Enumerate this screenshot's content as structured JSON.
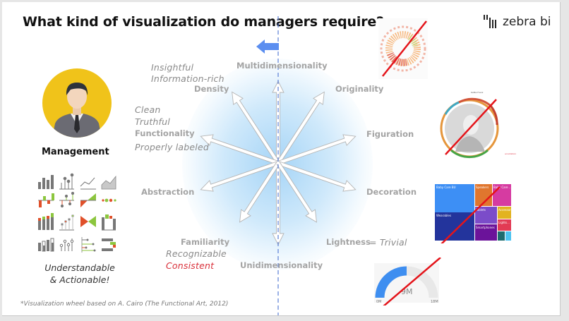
{
  "slide": {
    "title": "What kind of visualization do managers require?",
    "brand": {
      "name": "zebra bi",
      "icon": "zebra-bars-icon"
    },
    "footnote": "*Visualization wheel based on A. Cairo (The Functional Art, 2012)"
  },
  "management": {
    "label": "Management",
    "icon": "businessman-avatar-icon",
    "caption_line1": "Understandable",
    "caption_line2": "& Actionable!",
    "chart_icons": [
      "column-chart-icon",
      "lollipop-chart-icon",
      "line-chart-icon",
      "area-chart-icon",
      "variance-column-icon",
      "variance-pin-icon",
      "triangle-variance-icon",
      "dot-plot-icon",
      "stacked-variance-column-icon",
      "dot-variance-icon",
      "bowtie-variance-icon",
      "waterfall-icon",
      "overlapping-column-icon",
      "pin-circle-icon",
      "horizontal-pin-icon",
      "horizontal-bar-variance-icon"
    ]
  },
  "wheel": {
    "axes": {
      "top": "Multidimensionality",
      "bottom": "Unidimensionality",
      "top_left": "Density",
      "top_right": "Originality",
      "left_upper": "Functionality",
      "right_upper": "Figuration",
      "left_lower": "Abstraction",
      "right_lower": "Decoration",
      "bottom_left": "Familiarity",
      "bottom_right": "Lightness"
    },
    "annotations": {
      "density_1": "Insightful",
      "density_2": "Information-rich",
      "functionality_1": "Clean",
      "functionality_2": "Truthful",
      "functionality_3": "Properly labeled",
      "familiarity_1": "Recognizable",
      "familiarity_2": "Consistent",
      "lightness": "= Trivial"
    },
    "colors": {
      "axis_label": "#a4a4a4",
      "glow": "#9fd3f7",
      "divider": "#5b7fd6",
      "arrow": "#5b8ef0",
      "highlight": "#d9303a"
    }
  },
  "examples": [
    {
      "name": "radial-burst-chart",
      "crossed": true
    },
    {
      "name": "portrait-ring-chart",
      "crossed": true,
      "title": "Kafka Franz"
    },
    {
      "name": "treemap",
      "crossed": true,
      "labels": [
        "Baby Care BU",
        "Speakers",
        "Baby Care ...",
        "Wearables",
        "Tablets",
        "Accessori...",
        "Lights...",
        "Smartphones"
      ]
    },
    {
      "name": "gauge",
      "crossed": true,
      "value": "9M",
      "min": "0M",
      "max": "18M"
    }
  ]
}
